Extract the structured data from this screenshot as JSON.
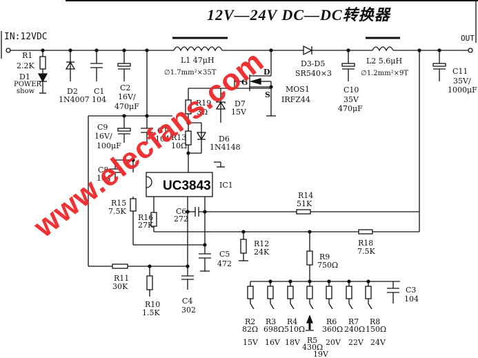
{
  "title": "12V—24V  DC—DC转换器",
  "watermark": "www.elecfans.com",
  "input": "IN:12VDC",
  "output": "OUT",
  "ic": {
    "name": "UC3843",
    "ref": "IC1"
  },
  "labels": {
    "r1": "R1",
    "r1v": "2.2K",
    "d1": "D1",
    "d1a": "POWER",
    "d1b": "show",
    "d2": "D2",
    "d2v": "1N4007",
    "c1": "C1",
    "c1v": "104",
    "c2": "C2",
    "c2a": "16V/",
    "c2b": "470μF",
    "l1": "L1  47μH",
    "l1w": "∅1.7mm²×35T",
    "r19": "R19",
    "r19v": "3Ω",
    "d7": "D7",
    "d7v": "15V",
    "md": "D",
    "mg": "G",
    "ms": "S",
    "mos": "MOS1",
    "mosv": "IRFZ44",
    "d3": "D3-D5",
    "d3v": "SR540×3",
    "c10": "C10",
    "c10a": "35V",
    "c10b": "470μF",
    "l2": "L2  5.6μH",
    "l2w": "∅1.2mm²×9T",
    "c11": "C11",
    "c11a": "35V/",
    "c11b": "1000μF",
    "c9": "C9",
    "c9a": "16V/",
    "c9b": "100μF",
    "ct": "CT",
    "ctv": "104",
    "r13": "R13",
    "r13v": "10Ω",
    "d6": "D6",
    "d6v": "1N4148",
    "c8": "C8",
    "c8v": "104",
    "r15": "R15",
    "r15v": "7.5K",
    "r16": "R16",
    "r16v": "27K",
    "c6": "C6",
    "c6v": "272",
    "r14": "R14",
    "r14v": "51K",
    "r18": "R18",
    "r18v": "7.5K",
    "r12": "R12",
    "r12v": "24K",
    "c5": "C5",
    "c5v": "472",
    "r9": "R9",
    "r9v": "750Ω",
    "r11": "R11",
    "r11v": "30K",
    "r10": "R10",
    "r10v": "1.5K",
    "c4": "C4",
    "c4v": "302",
    "c3": "C3",
    "c3v": "104"
  },
  "taps": [
    {
      "ref": "R2",
      "value": "82Ω",
      "volt": "15V"
    },
    {
      "ref": "R3",
      "value": "698Ω",
      "volt": "16V"
    },
    {
      "ref": "R4",
      "value": "510Ω",
      "volt": "18V"
    },
    {
      "ref": "R5",
      "value": "430Ω",
      "volt": "19V"
    },
    {
      "ref": "R6",
      "value": "360Ω",
      "volt": "20V"
    },
    {
      "ref": "R7",
      "value": "240Ω",
      "volt": "22V"
    },
    {
      "ref": "R8",
      "value": "150Ω",
      "volt": "24V"
    }
  ]
}
